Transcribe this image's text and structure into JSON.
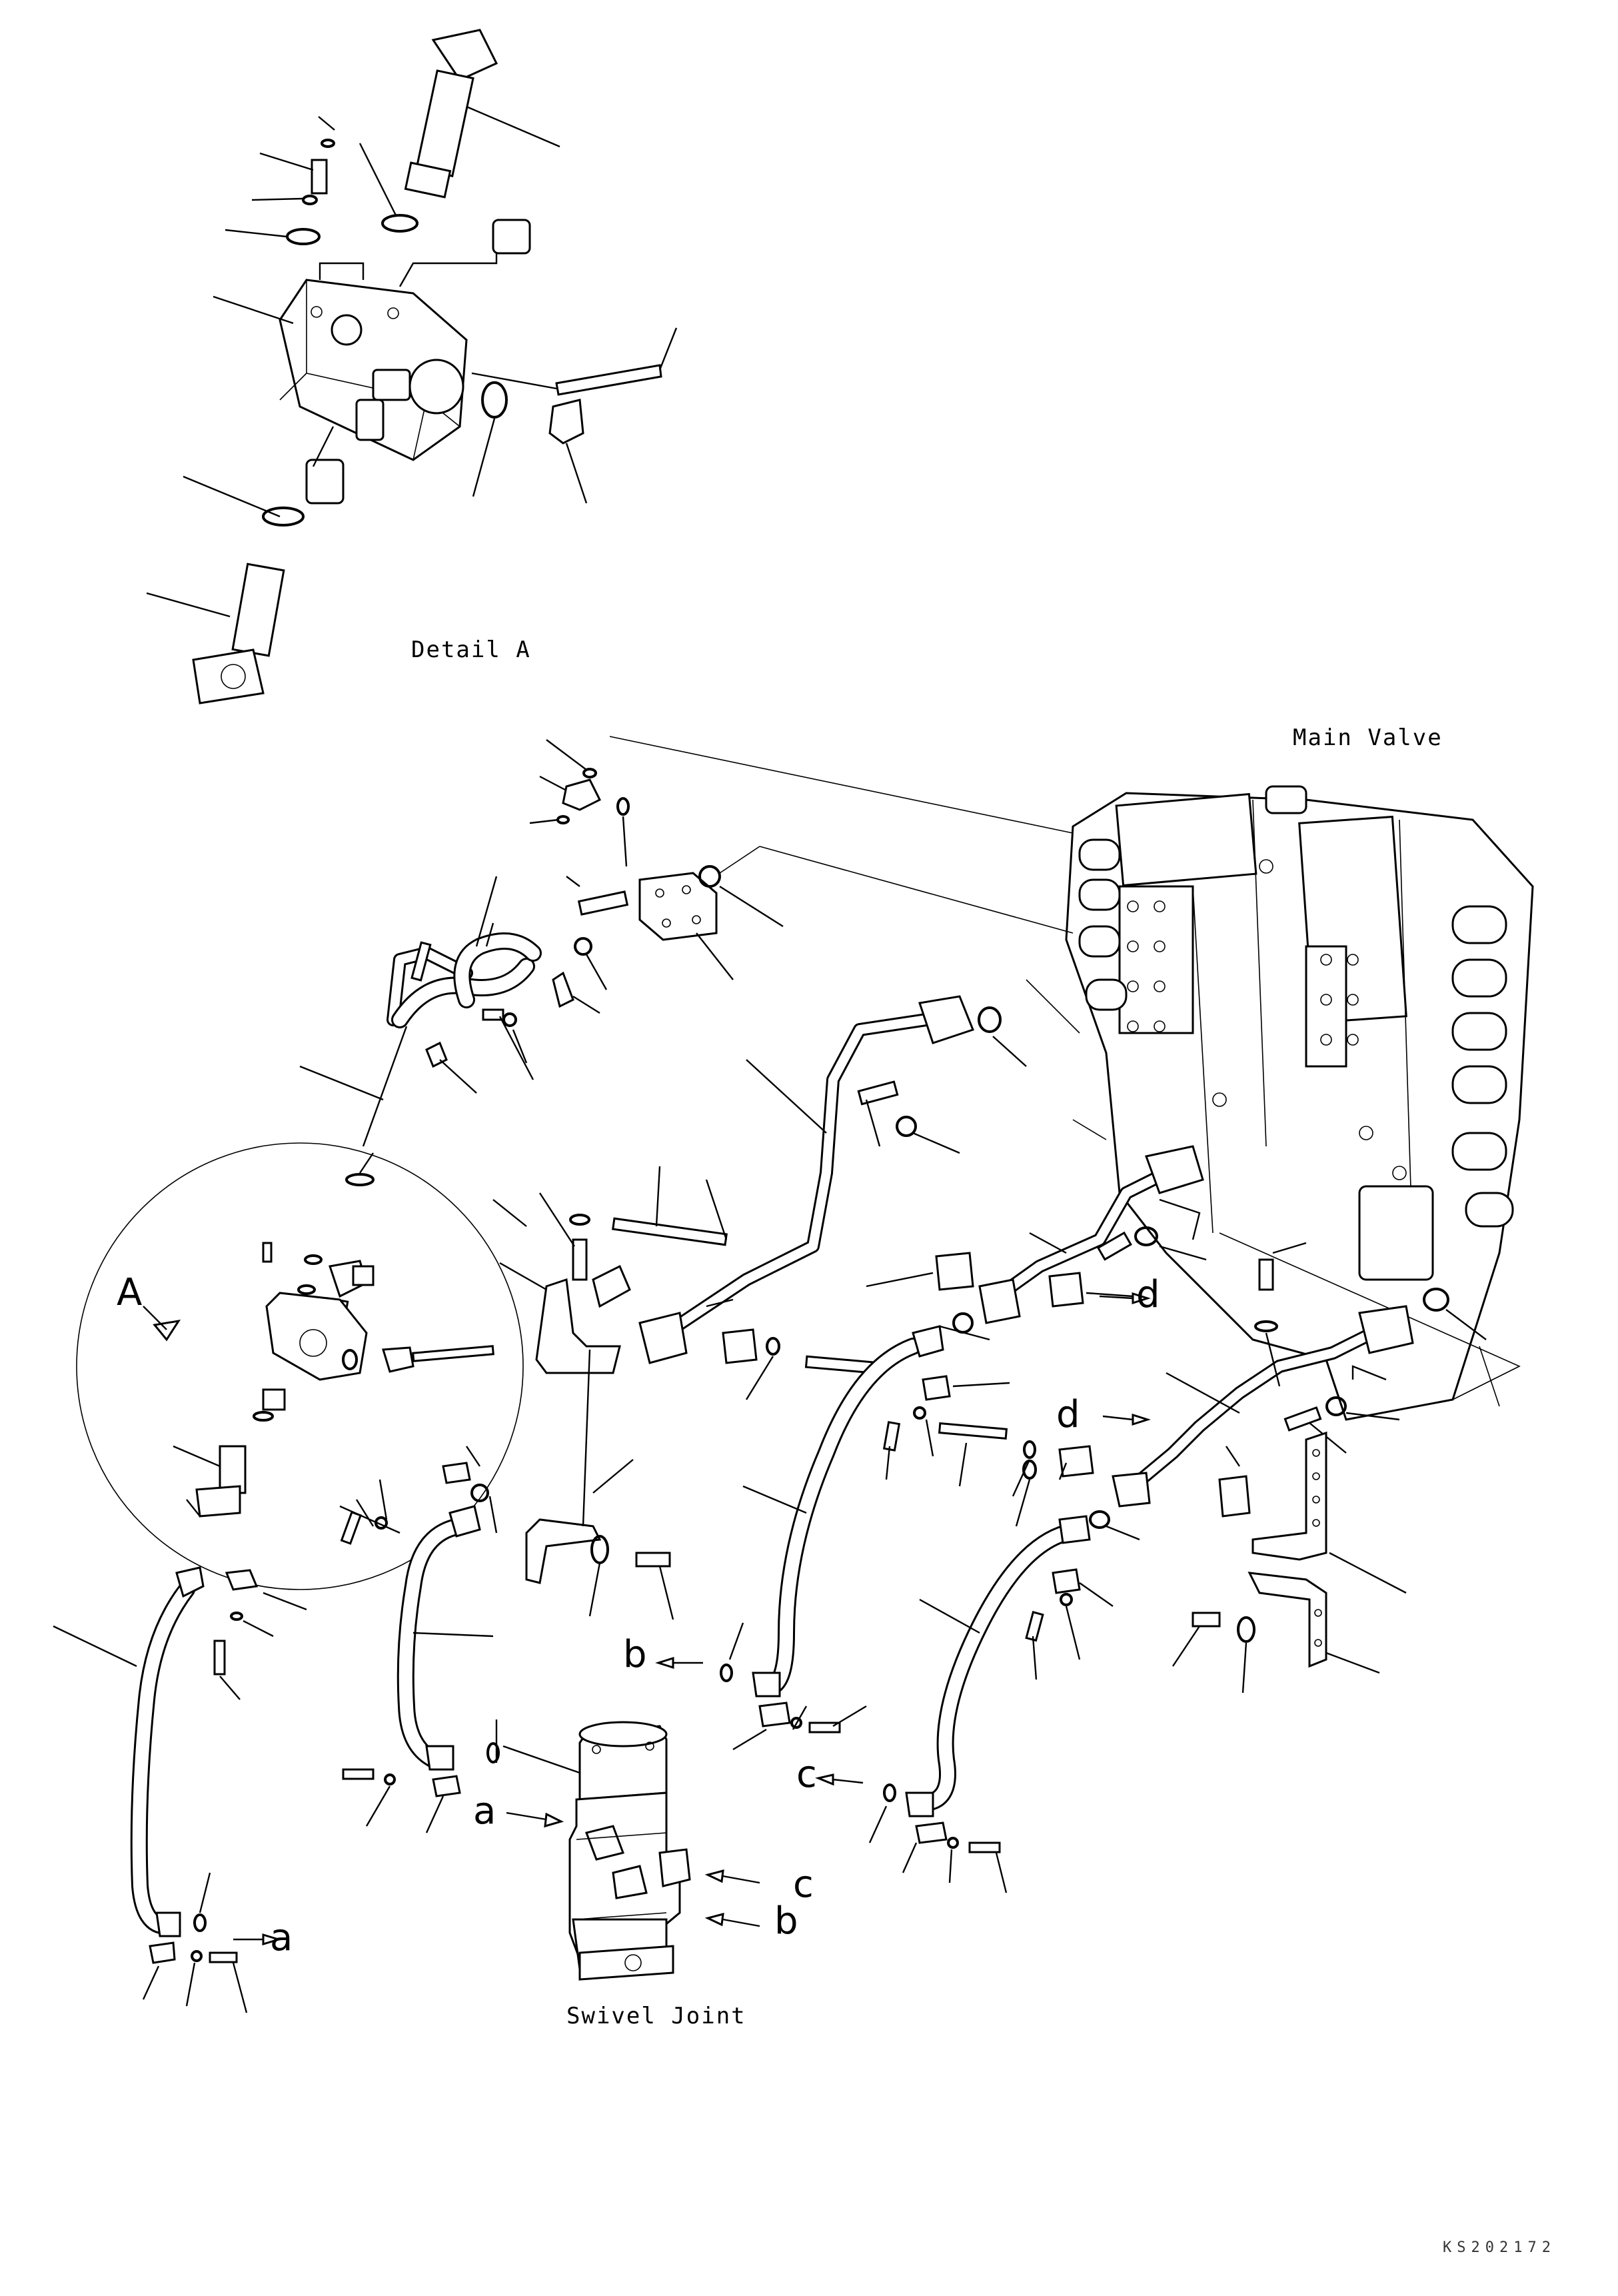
{
  "labels": {
    "detail_a": "Detail A",
    "main_valve": "Main Valve",
    "swivel_joint": "Swivel Joint",
    "callout_a_upper": "A",
    "port_a_1": "a",
    "port_a_2": "a",
    "port_b_1": "b",
    "port_b_2": "b",
    "port_c_1": "c",
    "port_c_2": "c",
    "port_d_1": "d",
    "port_d_2": "d",
    "drawing_code": "KS202172"
  }
}
